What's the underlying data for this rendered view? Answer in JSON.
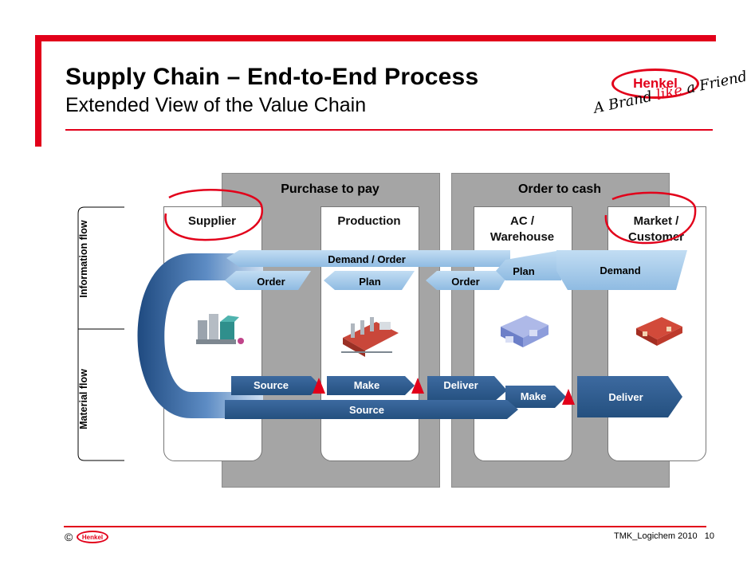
{
  "header": {
    "title": "Supply Chain – End-to-End Process",
    "subtitle": "Extended View of the Value Chain",
    "logo_text": "Henkel",
    "slogan_a": "A Brand ",
    "slogan_like": "like",
    "slogan_b": " a Friend"
  },
  "phases": {
    "purchase": "Purchase to pay",
    "order": "Order to cash"
  },
  "columns": {
    "supplier": "Supplier",
    "production": "Production",
    "ac_line1": "AC /",
    "ac_line2": "Warehouse",
    "market_line1": "Market /",
    "market_line2": "Customer"
  },
  "side_labels": {
    "information": "Information flow",
    "material": "Material flow"
  },
  "info_flow": {
    "demand_order": "Demand / Order",
    "order1": "Order",
    "plan1": "Plan",
    "order2": "Order",
    "plan2": "Plan",
    "demand": "Demand"
  },
  "material_flow": {
    "source1": "Source",
    "make1": "Make",
    "deliver1": "Deliver",
    "make2": "Make",
    "deliver2": "Deliver",
    "source2": "Source"
  },
  "icons": [
    "supplier-plant-icon",
    "production-factory-icon",
    "warehouse-icon",
    "market-store-icon"
  ],
  "colors": {
    "accent": "#e2001a",
    "phase_gray": "#a5a5a5",
    "info_arrow": "#a8cdea",
    "material_arrow": "#2e5b8f"
  },
  "footer": {
    "copyright": "©",
    "logo_text": "Henkel",
    "doc": "TMK_Logichem 2010",
    "page": "10"
  }
}
